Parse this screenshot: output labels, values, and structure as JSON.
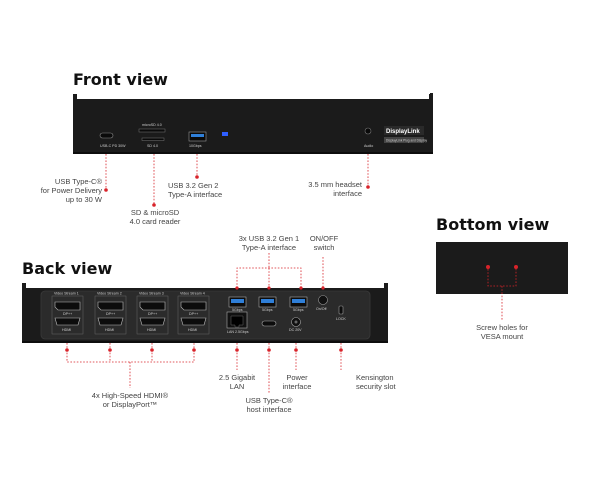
{
  "titles": {
    "front": "Front view",
    "back": "Back view",
    "bottom": "Bottom view"
  },
  "front": {
    "device_text": {
      "usbc": "USB-C PD 30W",
      "sd": "SD 4.0",
      "card_top": "microSD 4.0",
      "usba": "10Gbps",
      "headset": "Audio",
      "brand": "DisplayLink",
      "badge": "DisplayLink Plug and Display"
    },
    "callouts": {
      "usbc": [
        "USB Type-C®",
        "for Power Delivery",
        "up to 30 W"
      ],
      "sd": [
        "SD & microSD",
        "4.0 card reader"
      ],
      "usba": [
        "USB 3.2 Gen 2",
        "Type-A interface"
      ],
      "headset": [
        "3.5 mm headset",
        "interface"
      ]
    }
  },
  "back": {
    "device_text": {
      "port_titles": [
        "Video Stream 1",
        "Video Stream 2",
        "Video Stream 3",
        "Video Stream 4"
      ],
      "dp": "DP++",
      "hdmi": "HDMI",
      "usb_speed": "5Gbps",
      "lan": "LAN 2.5Gbps",
      "onoff": "On/Off",
      "power": "DC 20V",
      "lock": "LOCK"
    },
    "callouts": {
      "usba": [
        "3x USB 3.2 Gen 1",
        "Type-A interface"
      ],
      "onoff": [
        "ON/OFF",
        "switch"
      ],
      "hdmi": [
        "4x High-Speed HDMI®",
        "or DisplayPort™"
      ],
      "lan": [
        "2.5 Gigabit",
        "LAN"
      ],
      "usbc": [
        "USB Type-C®",
        "host interface"
      ],
      "power": [
        "Power",
        "interface"
      ],
      "kensington": [
        "Kensington",
        "security slot"
      ]
    }
  },
  "bottom": {
    "callouts": {
      "vesa": [
        "Screw holes for",
        "VESA mount"
      ]
    }
  },
  "colors": {
    "accent": "#d8232a",
    "device": "#1b1b1b",
    "panel": "#2b2b2b",
    "usb_blue": "#2f7fd8"
  }
}
